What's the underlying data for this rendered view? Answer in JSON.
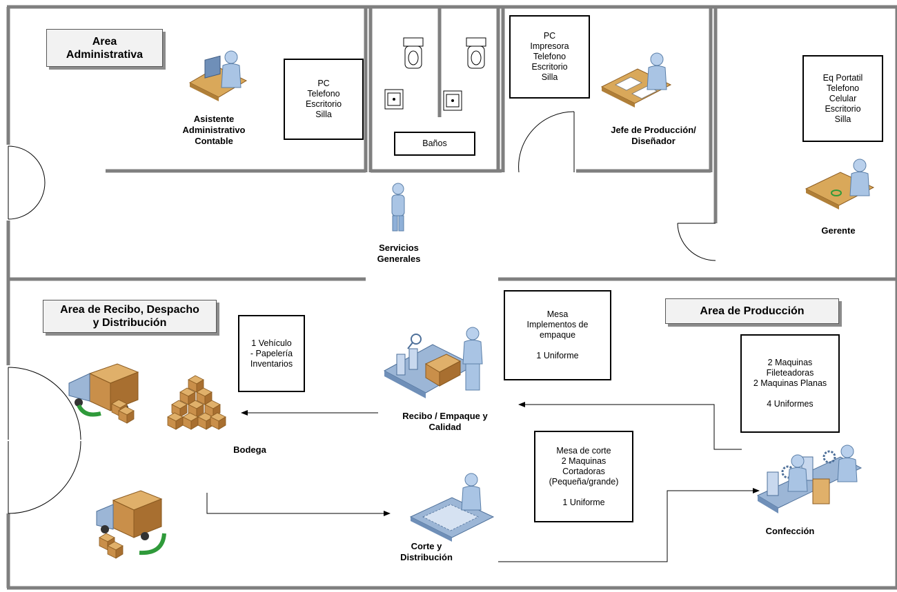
{
  "areas": {
    "administrativa": "Area\nAdministrativa",
    "recibo": "Area de Recibo, Despacho\ny Distribución",
    "produccion": "Area de Producción"
  },
  "roles": {
    "asistente": "Asistente\nAdministrativo\nContable",
    "servicios": "Servicios\nGenerales",
    "jefe": "Jefe de Producción/\nDiseñador",
    "gerente": "Gerente",
    "bodega": "Bodega",
    "recibo": "Recibo / Empaque y\nCalidad",
    "corte": "Corte y\nDistribución",
    "confeccion": "Confección"
  },
  "equipment": {
    "asistente": "PC\nTelefono\nEscritorio\nSilla",
    "banos": "Baños",
    "jefe": "PC\nImpresora\nTelefono\nEscritorio\nSilla",
    "gerente": "Eq Portatil\nTelefono\nCelular\nEscritorio\nSilla",
    "bodega": "1 Vehículo\n- Papelería\nInventarios",
    "recibo": "Mesa\nImplementos de\nempaque\n\n1 Uniforme",
    "produccion": "2 Maquinas\nFileteadoras\n2 Maquinas Planas\n\n4 Uniformes",
    "corte": "Mesa de corte\n2 Maquinas\nCortadoras\n(Pequeña/grande)\n\n1 Uniforme"
  },
  "colors": {
    "wall": "#7f7f7f",
    "person": "#a9c4e4",
    "desk": "#d9a85a",
    "box": "#c98f4a",
    "truck": "#9cb6d6",
    "arrow_green": "#2f9a3a",
    "title_bg": "#f2f2f2"
  },
  "icons": [
    "person-at-computer-icon",
    "standing-person-icon",
    "person-at-drafting-desk-icon",
    "manager-at-desk-icon",
    "toilet-icon",
    "sink-icon",
    "delivery-truck-icon",
    "stacked-boxes-icon",
    "packing-station-icon",
    "cutting-table-icon",
    "sewing-line-icon"
  ]
}
